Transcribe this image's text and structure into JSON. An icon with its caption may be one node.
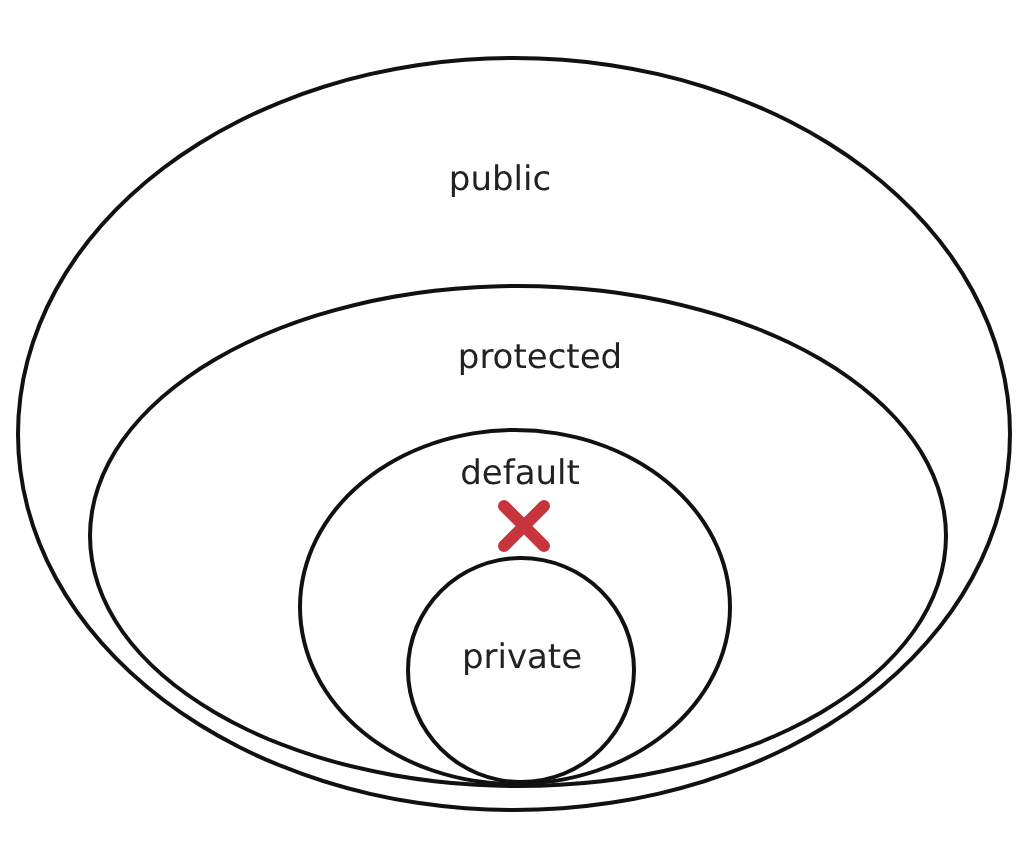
{
  "diagram": {
    "nodes": [
      {
        "text": [
          "public"
        ]
      },
      {
        "text": [
          "protected"
        ],
        "in": 0
      },
      {
        "text": [
          "default"
        ],
        "in": 1
      },
      {
        "text": [
          "private"
        ],
        "in": 2
      }
    ]
  }
}
